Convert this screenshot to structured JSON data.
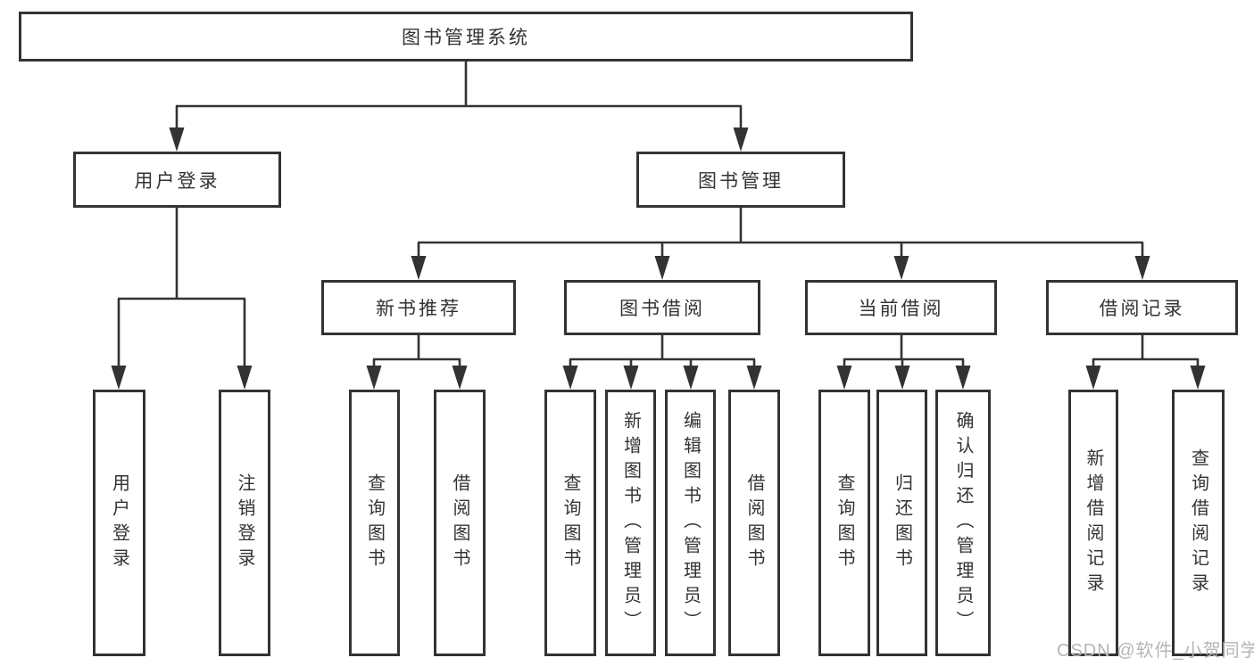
{
  "diagram": {
    "root": "图书管理系统",
    "user_login": {
      "label": "用户登录",
      "children": [
        "用户登录",
        "注销登录"
      ]
    },
    "book_management": {
      "label": "图书管理",
      "sections": {
        "new_book_recommend": {
          "label": "新书推荐",
          "children": [
            "查询图书",
            "借阅图书"
          ]
        },
        "book_borrowing": {
          "label": "图书借阅",
          "children": [
            "查询图书",
            "新增图书（管理员）",
            "编辑图书（管理员）",
            "借阅图书"
          ]
        },
        "current_borrowing": {
          "label": "当前借阅",
          "children": [
            "查询图书",
            "归还图书",
            "确认归还（管理员）"
          ]
        },
        "borrowing_records": {
          "label": "借阅记录",
          "children": [
            "新增借阅记录",
            "查询借阅记录"
          ]
        }
      }
    }
  },
  "watermark": "CSDN @软件_小贺同学",
  "colors": {
    "line": "#333333",
    "box_border": "#333333",
    "text": "#333333",
    "watermark": "#b5b5b5",
    "background": "#ffffff"
  }
}
